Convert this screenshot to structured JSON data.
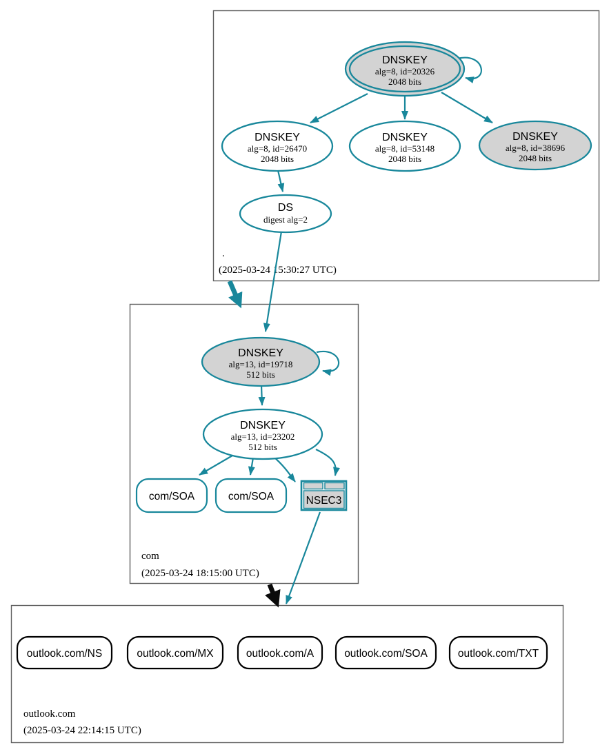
{
  "colors": {
    "teal": "#18879B",
    "gray_fill": "#D3D3D3",
    "zone_box_border": "#5E5E5E",
    "text": "#000000",
    "insecure_delegation_arrow": "#0A0A0A"
  },
  "zones": {
    "root": {
      "label": ".",
      "timestamp": "(2025-03-24 15:30:27 UTC)",
      "nodes": {
        "ksk": {
          "title": "DNSKEY",
          "line1": "alg=8, id=20326",
          "line2": "2048 bits"
        },
        "zsk1": {
          "title": "DNSKEY",
          "line1": "alg=8, id=26470",
          "line2": "2048 bits"
        },
        "zsk2": {
          "title": "DNSKEY",
          "line1": "alg=8, id=53148",
          "line2": "2048 bits"
        },
        "zsk3": {
          "title": "DNSKEY",
          "line1": "alg=8, id=38696",
          "line2": "2048 bits"
        },
        "ds": {
          "title": "DS",
          "line1": "digest alg=2"
        }
      }
    },
    "com": {
      "label": "com",
      "timestamp": "(2025-03-24 18:15:00 UTC)",
      "nodes": {
        "ksk": {
          "title": "DNSKEY",
          "line1": "alg=13, id=19718",
          "line2": "512 bits"
        },
        "zsk": {
          "title": "DNSKEY",
          "line1": "alg=13, id=23202",
          "line2": "512 bits"
        },
        "soa1": {
          "label": "com/SOA"
        },
        "soa2": {
          "label": "com/SOA"
        },
        "nsec3": {
          "label": "NSEC3"
        }
      }
    },
    "outlook": {
      "label": "outlook.com",
      "timestamp": "(2025-03-24 22:14:15 UTC)",
      "nodes": {
        "ns": {
          "label": "outlook.com/NS"
        },
        "mx": {
          "label": "outlook.com/MX"
        },
        "a": {
          "label": "outlook.com/A"
        },
        "soa": {
          "label": "outlook.com/SOA"
        },
        "txt": {
          "label": "outlook.com/TXT"
        }
      }
    }
  }
}
